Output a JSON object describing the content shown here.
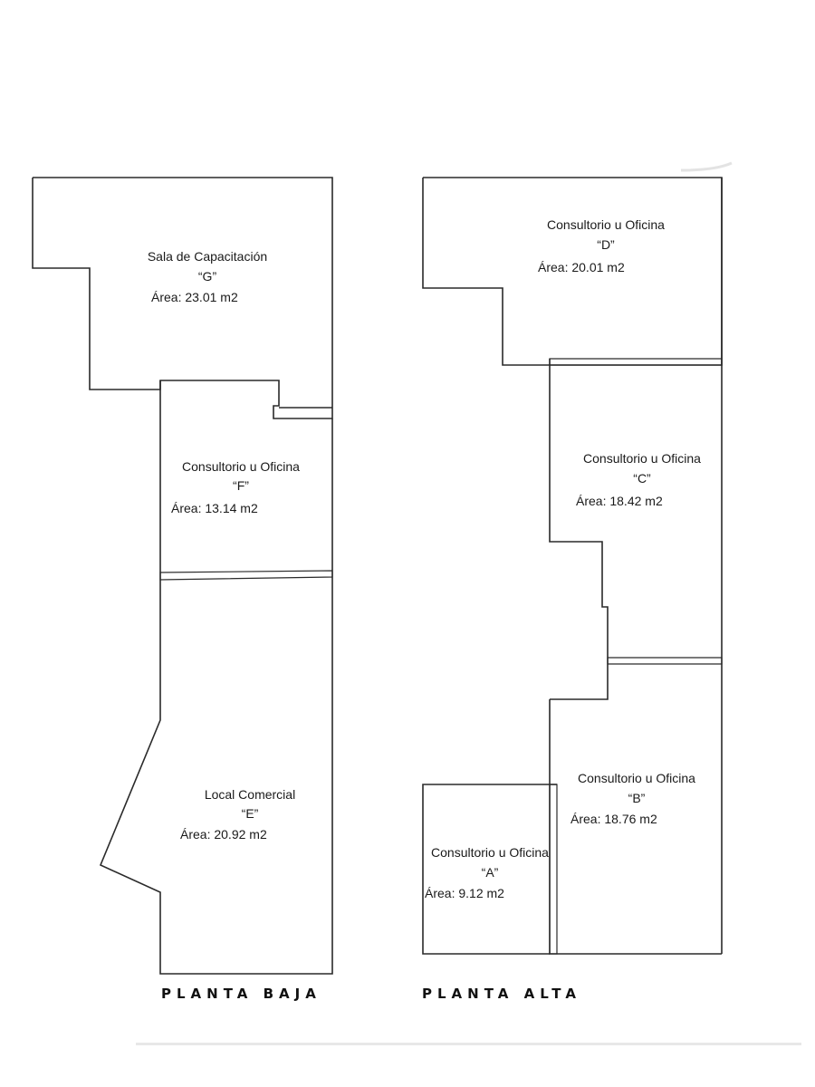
{
  "floors": [
    {
      "id": "planta-baja",
      "title": "PLANTA BAJA",
      "rooms": [
        {
          "id": "G",
          "name": "Sala de Capacitación",
          "letter": "“G”",
          "area": "Área: 23.01 m2"
        },
        {
          "id": "F",
          "name": "Consultorio u Oficina",
          "letter": "“F”",
          "area": "Área: 13.14 m2"
        },
        {
          "id": "E",
          "name": "Local Comercial",
          "letter": "“E”",
          "area": "Área: 20.92 m2"
        }
      ]
    },
    {
      "id": "planta-alta",
      "title": "PLANTA ALTA",
      "rooms": [
        {
          "id": "D",
          "name": "Consultorio u Oficina",
          "letter": "“D”",
          "area": "Área: 20.01 m2"
        },
        {
          "id": "C",
          "name": "Consultorio u Oficina",
          "letter": "“C”",
          "area": "Área: 18.42 m2"
        },
        {
          "id": "B",
          "name": "Consultorio u Oficina",
          "letter": "“B”",
          "area": "Área: 18.76 m2"
        },
        {
          "id": "A",
          "name": "Consultorio u Oficina",
          "letter": "“A”",
          "area": "Área: 9.12 m2"
        }
      ]
    }
  ]
}
